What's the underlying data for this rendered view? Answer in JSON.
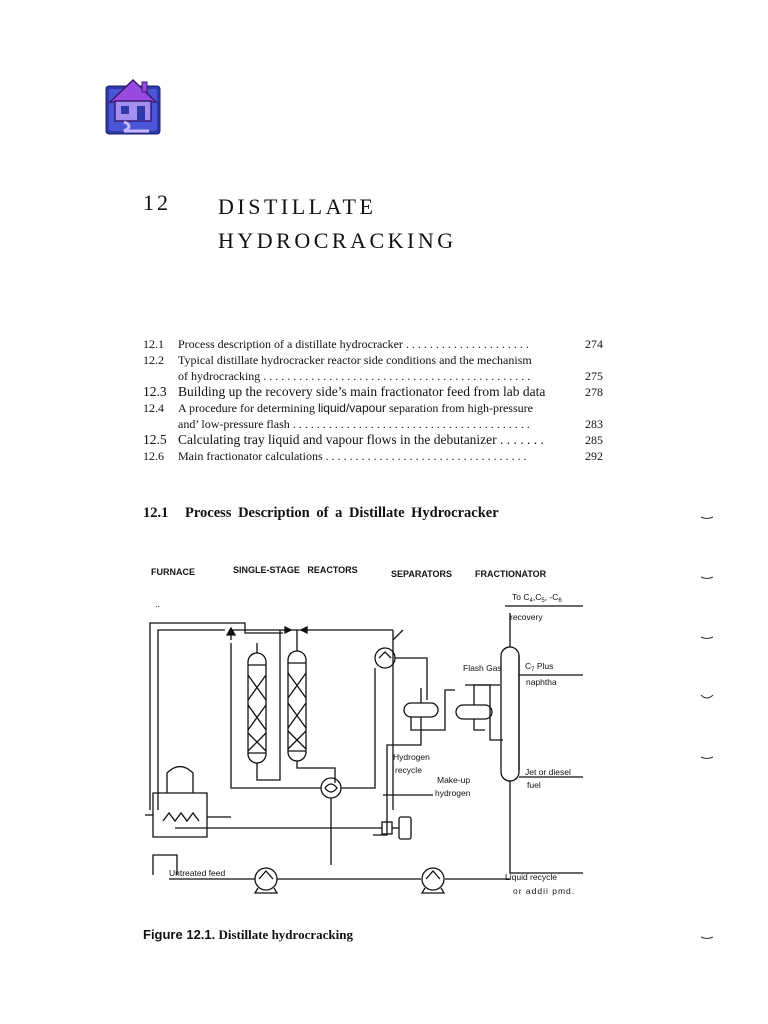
{
  "chapter": {
    "number": "12",
    "title_line1": "DISTILLATE",
    "title_line2": "HYDROCRACKING"
  },
  "toc": [
    {
      "num": "12.1",
      "text": "Process description of a distillate hydrocracker . . . . . . . . . . . . . . . . . . . . .",
      "page": "274"
    },
    {
      "num": "12.2",
      "text": "Typical distillate hydrocracker reactor side conditions and the mechanism",
      "cont": "of hydrocracking . . . . . . . . . . . . . . . . . . . . . . . . . . . . . . . . . . . . . . . . . . . . .",
      "page": "275"
    },
    {
      "num": "12.3",
      "text": "Building up the recovery side’s main fractionator feed from lab data",
      "page": "278"
    },
    {
      "num": "12.4",
      "text_a": "A procedure for determining",
      "text_b": "liquid/vapour",
      "text_c": "separation from high-pressure",
      "cont": "and’ low-pressure flash . . . . . . . . . . . . . . . . . . . . . . . . . . . . . . . . . . . . . . . .",
      "page": "283"
    },
    {
      "num": "12.5",
      "text": "Calculating tray liquid and vapour flows in the debutanizer . . . . . . .",
      "page": "285"
    },
    {
      "num": "12.6",
      "text": "Main fractionator calculations . . . . . . . . . . . . . . . . . . . . . . . . . . . . . . . . . .",
      "page": "292"
    }
  ],
  "section": {
    "number": "12.1",
    "title": "Process Description of a Distillate Hydrocracker"
  },
  "diagram": {
    "labels": {
      "furnace": "FURNACE",
      "reactors": "SINGLE-STAGE   REACTORS",
      "separators": "SEPARATORS",
      "fractionator": "FRACTIONATOR",
      "c4_recovery_line1": "To C",
      "c4_sub_a": "4",
      "c4_mid_a": ",C",
      "c4_sub_b": "5",
      "c4_mid_b": ", -C",
      "c4_sub_c": "6",
      "c4_recovery_line2": "recovery",
      "flash_gas": "Flash Gas",
      "c7_line1_a": "C",
      "c7_sub": "7",
      "c7_line1_b": " Plus",
      "c7_line2": "naphtha",
      "hydrogen_recycle_1": "Hydrogen",
      "hydrogen_recycle_2": "recycle",
      "makeup_1": "Make-up",
      "makeup_2": "hydrogen",
      "jet_1": "Jet or diesel",
      "jet_2": "fuel",
      "untreated_feed": "Untreated feed",
      "liquid_recycle": "Liquid recycle",
      "addii": "or addii pmd.",
      "dots": ".."
    }
  },
  "figure": {
    "label": "Figure 12.1.",
    "caption": "Distillate hydrocracking"
  },
  "colors": {
    "icon_blue": "#3a3fc0",
    "icon_purple": "#8a3ad0",
    "icon_light": "#a890f0"
  }
}
